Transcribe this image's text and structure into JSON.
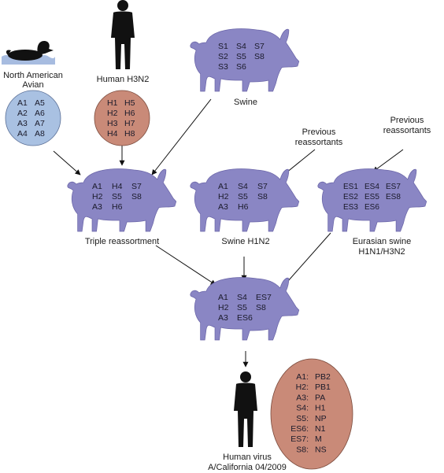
{
  "colors": {
    "pig": "#8a86c4",
    "pig_stroke": "#6b66a8",
    "avian_circle": "#a9c1e2",
    "human_circle": "#c98a78",
    "water": "#a7bce0",
    "silhouette": "#111111"
  },
  "icons": [
    "duck-silhouette",
    "human-silhouette",
    "pig-silhouette"
  ],
  "sources": {
    "avian": {
      "label_line1": "North American",
      "label_line2": "Avian",
      "segments": [
        "A1",
        "A5",
        "A2",
        "A6",
        "A3",
        "A7",
        "A4",
        "A8"
      ]
    },
    "human": {
      "label": "Human H3N2",
      "segments": [
        "H1",
        "H5",
        "H2",
        "H6",
        "H3",
        "H7",
        "H4",
        "H8"
      ]
    },
    "swine": {
      "label": "Swine",
      "segments": [
        "S1",
        "S4",
        "S7",
        "S2",
        "S5",
        "S8",
        "S3",
        "S6"
      ]
    }
  },
  "intermediates": {
    "triple": {
      "label": "Triple reassortment",
      "segments": [
        "A1",
        "H4",
        "S7",
        "H2",
        "S5",
        "S8",
        "A3",
        "H6"
      ]
    },
    "swine_h1n2": {
      "label": "Swine H1N2",
      "note_line1": "Previous",
      "note_line2": "reassortants",
      "segments": [
        "A1",
        "S4",
        "S7",
        "H2",
        "S5",
        "S8",
        "A3",
        "H6"
      ]
    },
    "eurasian": {
      "label_line1": "Eurasian swine",
      "label_line2": "H1N1/H3N2",
      "note_line1": "Previous",
      "note_line2": "reassortants",
      "segments": [
        "ES1",
        "ES4",
        "ES7",
        "ES2",
        "ES5",
        "ES8",
        "ES3",
        "ES6"
      ]
    }
  },
  "final_pig": {
    "segments": [
      "A1",
      "S4",
      "ES7",
      "H2",
      "S5",
      "S8",
      "A3",
      "ES6"
    ]
  },
  "human_virus": {
    "label_line1": "Human virus",
    "label_line2": "A/California 04/2009",
    "segment_map": [
      {
        "code": "A1:",
        "gene": "PB2"
      },
      {
        "code": "H2:",
        "gene": "PB1"
      },
      {
        "code": "A3:",
        "gene": "PA"
      },
      {
        "code": "S4:",
        "gene": "H1"
      },
      {
        "code": "S5:",
        "gene": "NP"
      },
      {
        "code": "ES6:",
        "gene": "N1"
      },
      {
        "code": "ES7:",
        "gene": "M"
      },
      {
        "code": "S8:",
        "gene": "NS"
      }
    ]
  }
}
